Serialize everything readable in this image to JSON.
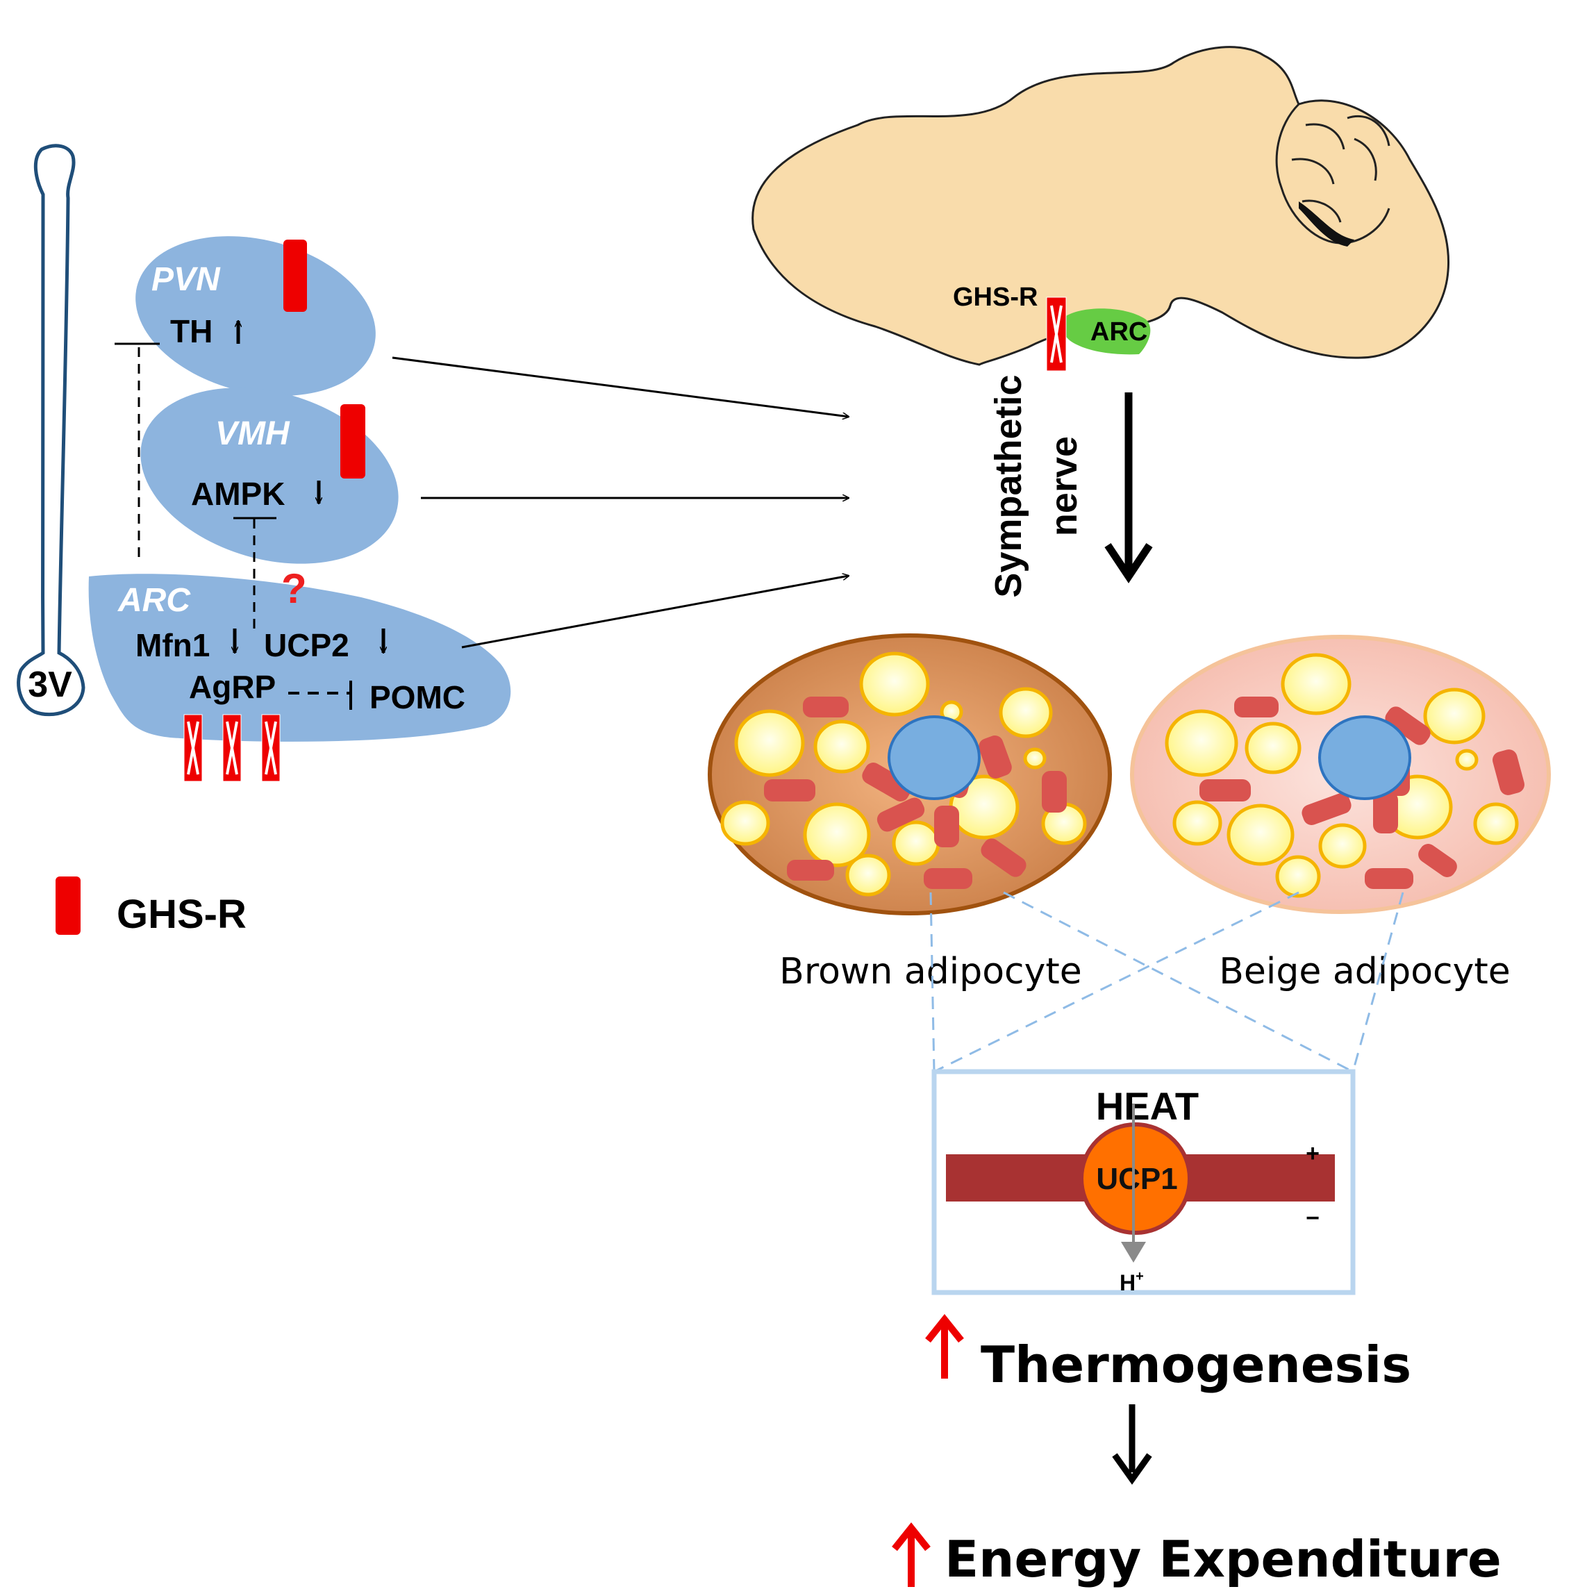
{
  "hypothalamus": {
    "third_ventricle_label": "3V",
    "pvn": {
      "name": "PVN",
      "marker": "TH"
    },
    "vmh": {
      "name": "VMH",
      "marker": "AMPK"
    },
    "arc": {
      "name": "ARC",
      "markers": [
        "Mfn1",
        "UCP2",
        "AgRP",
        "POMC"
      ],
      "unknown_mark": "?"
    }
  },
  "legend": {
    "label": "GHS-R"
  },
  "brain": {
    "receptor_label": "GHS-R",
    "nucleus_label": "ARC"
  },
  "nerve": {
    "line1": "Sympathetic",
    "line2": "nerve"
  },
  "adipocytes": {
    "brown_label": "Brown adipocyte",
    "beige_label": "Beige adipocyte"
  },
  "mitochondria_box": {
    "heat_label": "HEAT",
    "protein_label": "UCP1",
    "plus": "+",
    "minus": "−",
    "proton_label": "H",
    "proton_charge": "+"
  },
  "outcomes": {
    "thermogenesis": "Thermogenesis",
    "energy_expenditure": "Energy Expenditure"
  },
  "colors": {
    "nucleus_blue": "#8db4de",
    "receptor_red": "#ee0000",
    "brain_tan": "#f9dcab",
    "arc_green": "#66cc44",
    "brown_cell": "#d9925c",
    "beige_cell": "#fad6cc",
    "lipid_yellow": "#fffb9e",
    "mito_red": "#d9534f",
    "membrane": "#a83232",
    "ucp1_orange": "#ff7000"
  }
}
